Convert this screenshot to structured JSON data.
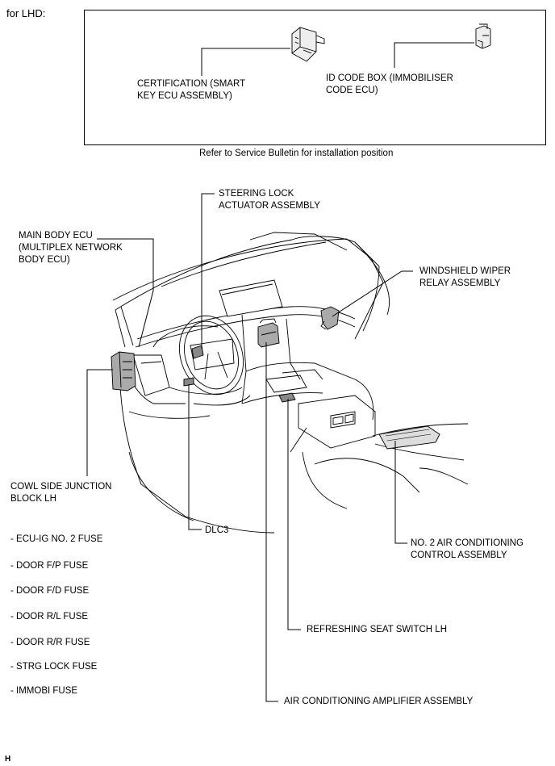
{
  "header": {
    "title": "for LHD:"
  },
  "top_box": {
    "certification_label": "CERTIFICATION (SMART\nKEY ECU ASSEMBLY)",
    "id_code_label": "ID CODE BOX (IMMOBILISER\nCODE ECU)",
    "note": "Refer to Service Bulletin for installation position"
  },
  "labels": {
    "steering_lock": "STEERING LOCK\nACTUATOR ASSEMBLY",
    "main_body_ecu": "MAIN BODY ECU\n(MULTIPLEX NETWORK\nBODY ECU)",
    "windshield_wiper": "WINDSHIELD WIPER\nRELAY ASSEMBLY",
    "cowl_side": "COWL SIDE JUNCTION\nBLOCK LH",
    "dlc3": "DLC3",
    "no2_air": "NO. 2 AIR CONDITIONING\nCONTROL ASSEMBLY",
    "refreshing_seat": "REFRESHING SEAT SWITCH LH",
    "ac_amplifier": "AIR CONDITIONING AMPLIFIER ASSEMBLY"
  },
  "fuses": [
    "- ECU-IG NO. 2 FUSE",
    "- DOOR F/P FUSE",
    "- DOOR F/D FUSE",
    "- DOOR R/L FUSE",
    "- DOOR R/R FUSE",
    "- STRG LOCK FUSE",
    "- IMMOBI FUSE"
  ],
  "footer": {
    "code": "H"
  }
}
